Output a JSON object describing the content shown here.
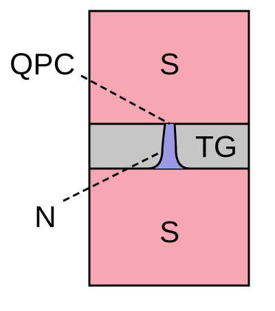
{
  "diagram": {
    "labels": {
      "top_region": "S",
      "bottom_region": "S",
      "gate": "TG",
      "constriction": "QPC",
      "normal_region": "N"
    },
    "colors": {
      "superconductor_fill": "#F7A6B3",
      "gate_fill": "#C6C6C6",
      "normal_fill": "#9999E6",
      "outline": "#000000",
      "background": "#FFFFFF"
    }
  }
}
